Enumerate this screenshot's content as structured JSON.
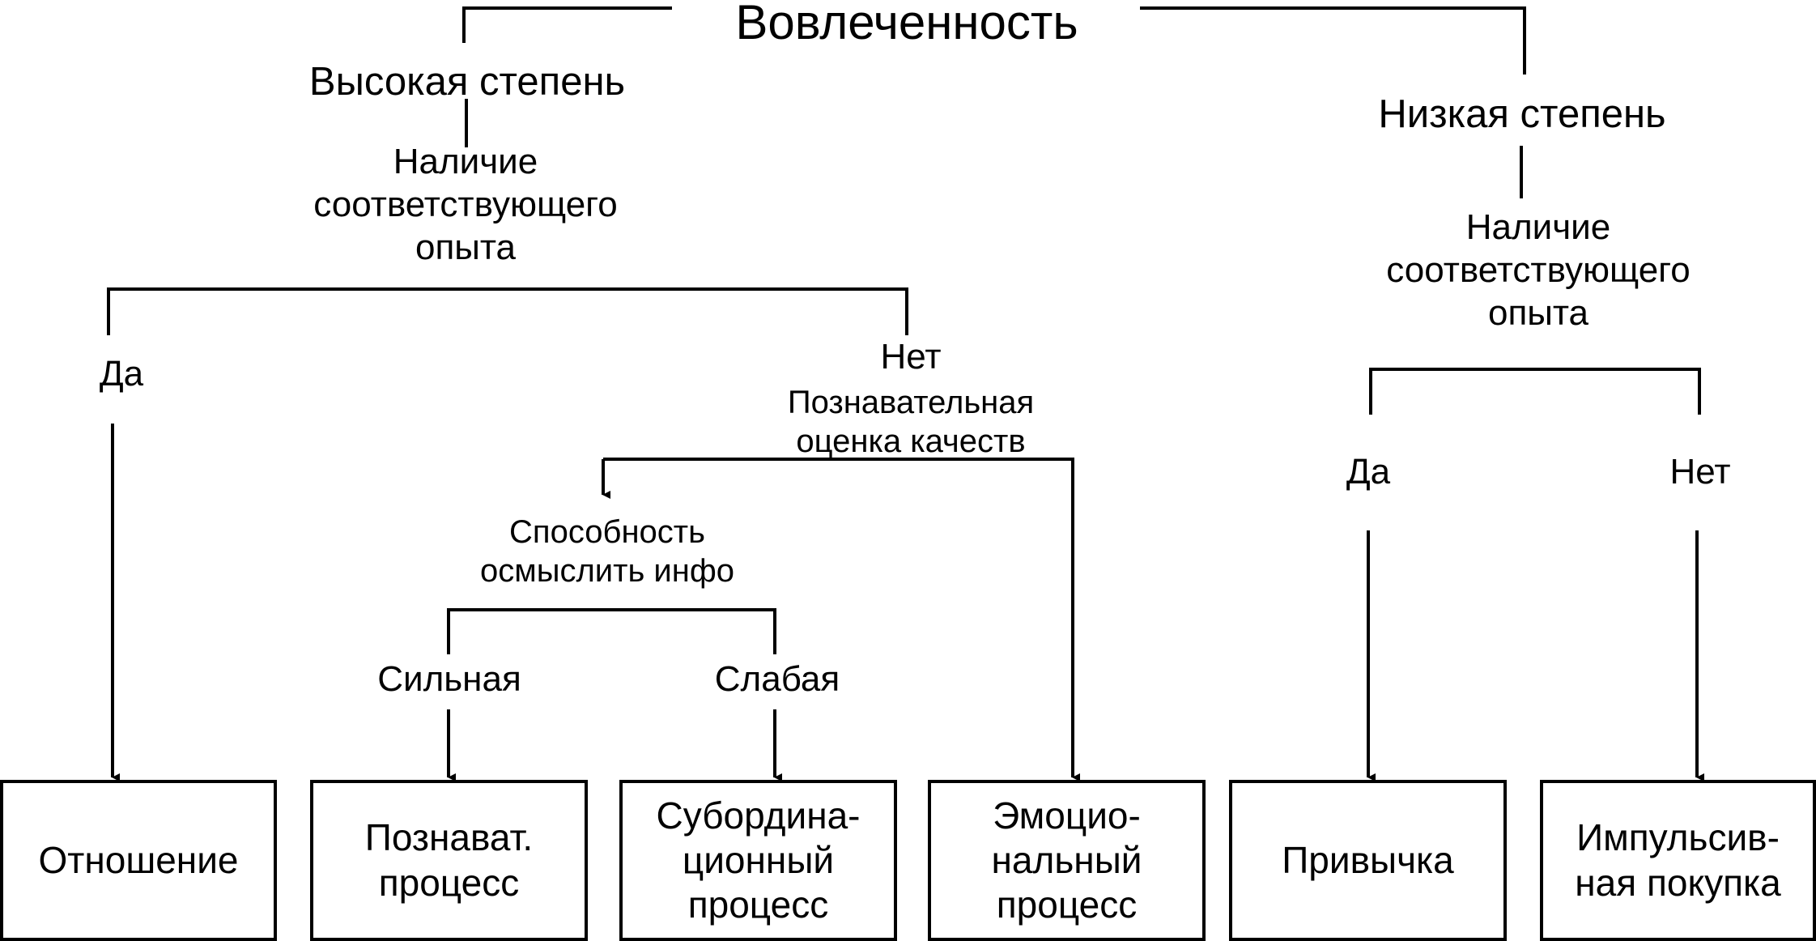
{
  "root": "Вовлеченность",
  "high": {
    "title": "Высокая степень",
    "experience": [
      "Наличие",
      "соответствующего",
      "опыта"
    ],
    "yes": "Да",
    "no": "Нет",
    "cognitive": [
      "Познавательная",
      "оценка качеств"
    ],
    "ability": [
      "Способность",
      "осмыслить инфо"
    ],
    "strong": "Сильная",
    "weak": "Слабая"
  },
  "low": {
    "title": "Низкая степень",
    "experience": [
      "Наличие",
      "соответствующего",
      "опыта"
    ],
    "yes": "Да",
    "no": "Нет"
  },
  "outcomes": [
    [
      "Отношение"
    ],
    [
      "Познават.",
      "процесс"
    ],
    [
      "Субордина-",
      "ционный",
      "процесс"
    ],
    [
      "Эмоцио-",
      "нальный",
      "процесс"
    ],
    [
      "Привычка"
    ],
    [
      "Импульсив-",
      "ная покупка"
    ]
  ]
}
